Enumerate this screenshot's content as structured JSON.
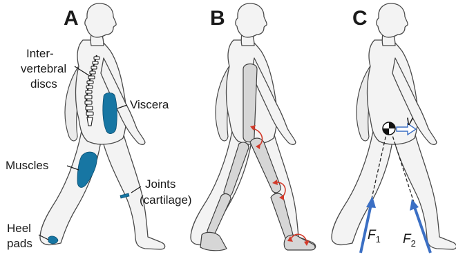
{
  "panels": [
    {
      "letter": "A"
    },
    {
      "letter": "B"
    },
    {
      "letter": "C"
    }
  ],
  "labels": {
    "intervertebral_line1": "Inter-",
    "intervertebral_line2": "vertebral",
    "intervertebral_line3": "discs",
    "viscera": "Viscera",
    "muscles": "Muscles",
    "joints_line1": "Joints",
    "joints_line2": "(cartilage)",
    "heel_line1": "Heel",
    "heel_line2": "pads"
  },
  "forces": {
    "v": "v",
    "f1_main": "F",
    "f1_sub": "1",
    "f2_main": "F",
    "f2_sub": "2"
  },
  "colors": {
    "tissue": "#1776a3",
    "force_arrow": "#3b6fc4",
    "rotation_arrow": "#d23a2a",
    "segment": "#d6d6d6",
    "body_fill": "#f3f3f3"
  }
}
